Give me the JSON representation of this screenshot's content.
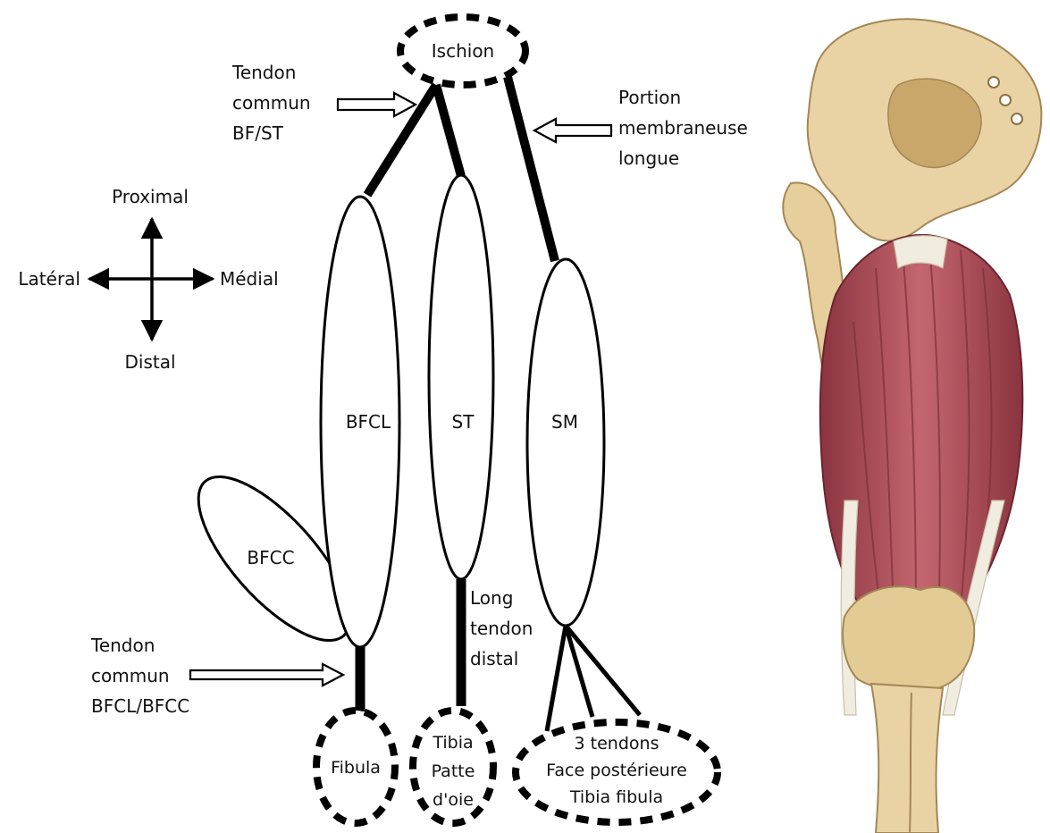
{
  "diagram": {
    "origin": {
      "ischion": "Ischion"
    },
    "muscles": {
      "bfcl": "BFCL",
      "st": "ST",
      "sm": "SM",
      "bfcc": "BFCC"
    },
    "insertions": {
      "fibula": "Fibula",
      "tibia_line1": "Tibia",
      "tibia_line2": "Patte",
      "tibia_line3": "d'oie",
      "sm_line1": "3 tendons",
      "sm_line2": "Face postérieure",
      "sm_line3": "Tibia fibula"
    },
    "annotations": {
      "tendon_commun_bfst": [
        "Tendon",
        "commun",
        "BF/ST"
      ],
      "portion_membraneuse": [
        "Portion",
        "membraneuse",
        "longue"
      ],
      "long_tendon_distal": [
        "Long",
        "tendon",
        "distal"
      ],
      "tendon_commun_bfcl_bfcc": [
        "Tendon",
        "commun",
        "BFCL/BFCC"
      ]
    },
    "compass": {
      "proximal": "Proximal",
      "distal": "Distal",
      "lateral": "Latéral",
      "medial": "Médial"
    }
  },
  "illustration": {
    "subject": "hamstring-muscles-posterior-thigh",
    "colors": {
      "bone": "#e9d3a4",
      "muscle": "#b5555f",
      "muscle_dark": "#7e2f3a",
      "tendon": "#f1ece0"
    }
  }
}
